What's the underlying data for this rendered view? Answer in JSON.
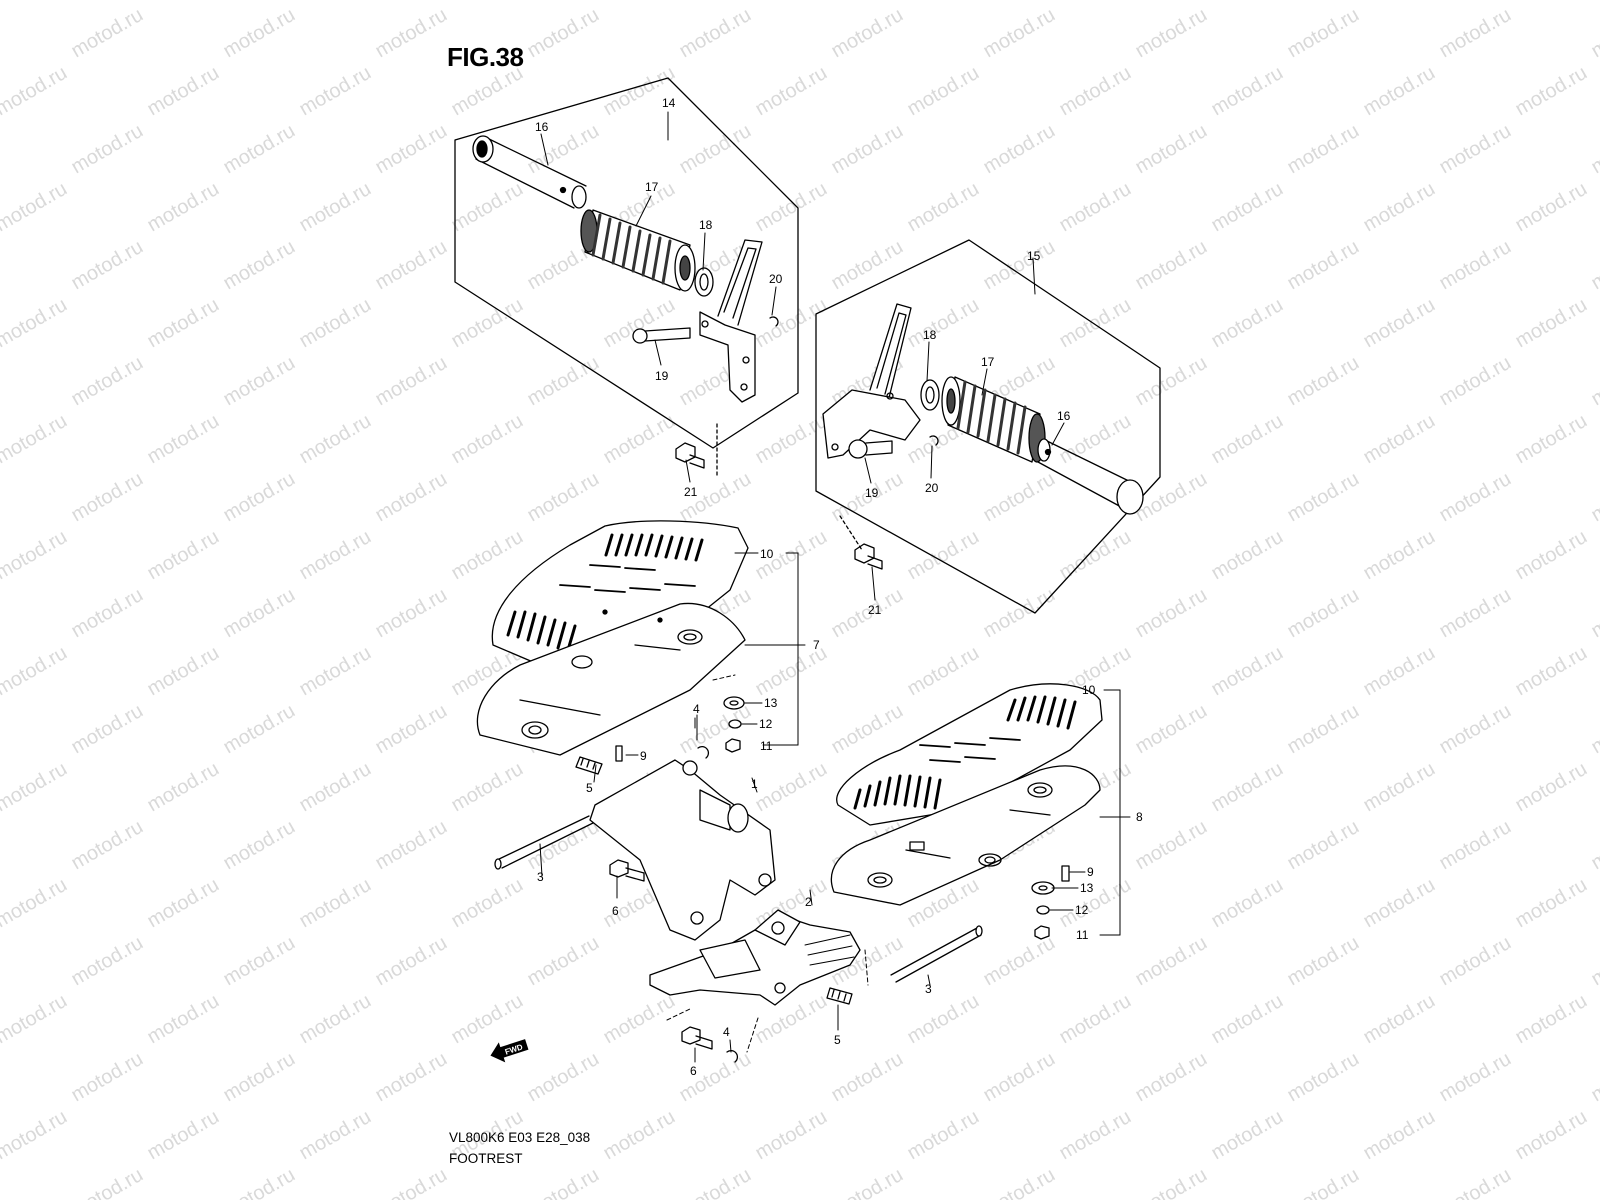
{
  "figure": {
    "title": "FIG.38",
    "diagram_code": "VL800K6 E03 E28_038",
    "name": "FOOTREST"
  },
  "watermark": {
    "text": "motod.ru",
    "color": "#d9d9d9"
  },
  "direction_marker": {
    "text": "FWD",
    "icon": "forward-arrow-icon"
  },
  "callouts": [
    {
      "id": "c14",
      "text": "14"
    },
    {
      "id": "c16a",
      "text": "16"
    },
    {
      "id": "c17a",
      "text": "17"
    },
    {
      "id": "c18a",
      "text": "18"
    },
    {
      "id": "c20a",
      "text": "20"
    },
    {
      "id": "c19a",
      "text": "19"
    },
    {
      "id": "c21a",
      "text": "21"
    },
    {
      "id": "c15",
      "text": "15"
    },
    {
      "id": "c18b",
      "text": "18"
    },
    {
      "id": "c17b",
      "text": "17"
    },
    {
      "id": "c16b",
      "text": "16"
    },
    {
      "id": "c19b",
      "text": "19"
    },
    {
      "id": "c20b",
      "text": "20"
    },
    {
      "id": "c21b",
      "text": "21"
    },
    {
      "id": "c10a",
      "text": "10"
    },
    {
      "id": "c7",
      "text": "7"
    },
    {
      "id": "c13a",
      "text": "13"
    },
    {
      "id": "c12a",
      "text": "12"
    },
    {
      "id": "c11a",
      "text": "11"
    },
    {
      "id": "c4a",
      "text": "4"
    },
    {
      "id": "c9a",
      "text": "9"
    },
    {
      "id": "c5a",
      "text": "5"
    },
    {
      "id": "c1",
      "text": "1"
    },
    {
      "id": "c3a",
      "text": "3"
    },
    {
      "id": "c6a",
      "text": "6"
    },
    {
      "id": "c10b",
      "text": "10"
    },
    {
      "id": "c8",
      "text": "8"
    },
    {
      "id": "c9b",
      "text": "9"
    },
    {
      "id": "c13b",
      "text": "13"
    },
    {
      "id": "c12b",
      "text": "12"
    },
    {
      "id": "c11b",
      "text": "11"
    },
    {
      "id": "c2",
      "text": "2"
    },
    {
      "id": "c3b",
      "text": "3"
    },
    {
      "id": "c4b",
      "text": "4"
    },
    {
      "id": "c5b",
      "text": "5"
    },
    {
      "id": "c6b",
      "text": "6"
    }
  ]
}
